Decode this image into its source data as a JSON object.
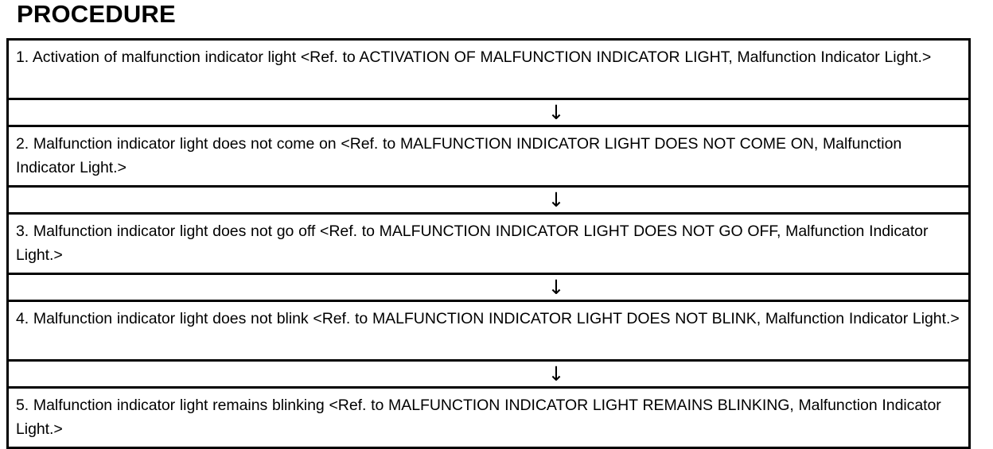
{
  "page": {
    "title": "PROCEDURE"
  },
  "arrow": {
    "glyph": "↓",
    "name": "down-arrow-icon"
  },
  "procedure": {
    "steps": [
      {
        "number": "1.",
        "text": "1. Activation of malfunction indicator light <Ref. to  ACTIVATION OF MALFUNCTION INDICATOR LIGHT, Malfunction Indicator Light.>"
      },
      {
        "number": "2.",
        "text": "2. Malfunction indicator light does not come on <Ref. to  MALFUNCTION INDICATOR LIGHT DOES NOT COME ON, Malfunction Indicator Light.>"
      },
      {
        "number": "3.",
        "text": "3. Malfunction indicator light does not go off <Ref. to  MALFUNCTION INDICATOR LIGHT DOES NOT GO OFF, Malfunction Indicator Light.>"
      },
      {
        "number": "4.",
        "text": "4. Malfunction indicator light does not blink <Ref. to  MALFUNCTION INDICATOR LIGHT DOES NOT BLINK, Malfunction Indicator Light.>"
      },
      {
        "number": "5.",
        "text": "5. Malfunction indicator light remains blinking <Ref. to MALFUNCTION INDICATOR LIGHT REMAINS BLINKING, Malfunction Indicator Light.>"
      }
    ]
  }
}
